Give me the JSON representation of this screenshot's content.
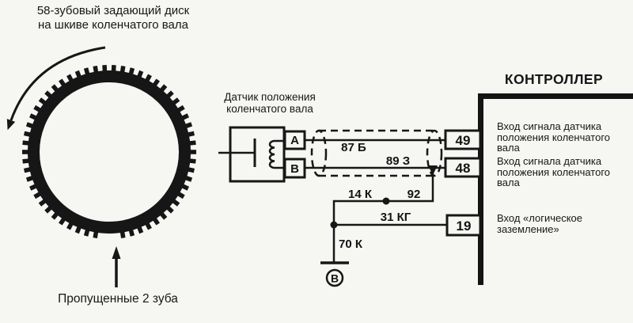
{
  "page": {
    "background": "#f6f6f3",
    "ink": "#171717"
  },
  "disk": {
    "title_line1": "58-зубовый задающий диск",
    "title_line2": "на шкиве коленчатого вала",
    "teeth_total": 58,
    "teeth_missing": 2,
    "missing_label": "Пропущенные 2 зуба",
    "rotation": "counterclockwise"
  },
  "sensor": {
    "label_line1": "Датчик положения",
    "label_line2": "коленчатого вала",
    "terminal_a": "А",
    "terminal_b": "В"
  },
  "wires": {
    "w87": "87 Б",
    "w89": "89 З",
    "w14": "14 К",
    "w92": "92",
    "w31": "31 КГ",
    "w70": "70 К"
  },
  "ground": {
    "label": "В"
  },
  "controller": {
    "title": "КОНТРОЛЛЕР",
    "pins": [
      {
        "number": "49",
        "lines": [
          "Вход сигнала датчика",
          "положения коленчатого",
          "вала"
        ]
      },
      {
        "number": "48",
        "lines": [
          "Вход сигнала датчика",
          "положения коленчатого",
          "вала"
        ]
      },
      {
        "number": "19",
        "lines": [
          "Вход «логическое",
          "заземление»"
        ]
      }
    ]
  }
}
